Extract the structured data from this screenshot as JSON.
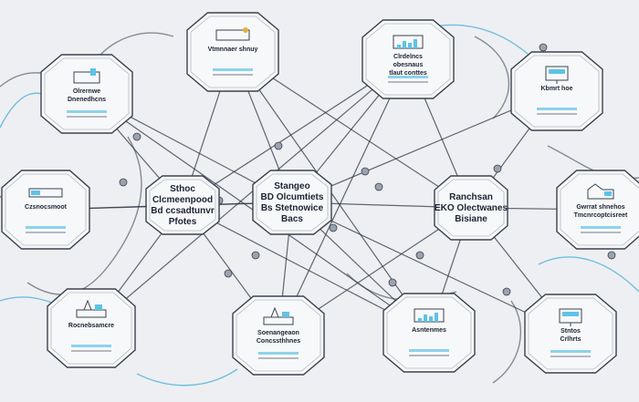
{
  "colors": {
    "background": "#eeeff2",
    "node_stroke": "#3b4250",
    "node_fill": "#f7f8fa",
    "edge": "#2f3645",
    "curve_accent": "#4fb3d9",
    "panel_accent": "#5ec3e6",
    "dot": "#9aa3ad"
  },
  "nodes": [
    {
      "id": "top-left-node",
      "lines": [
        "Olrernwe",
        "Dnenedhcns"
      ],
      "icon": "chart-panel-icon"
    },
    {
      "id": "top-center-left-node",
      "lines": [
        "Vtmnnaer shnuy"
      ],
      "icon": "book-icon"
    },
    {
      "id": "top-center-right-node",
      "lines": [
        "Clrdelncs",
        "obesnaus",
        "tlaut conttes"
      ],
      "icon": "bar-chart-icon"
    },
    {
      "id": "top-right-node",
      "lines": [
        "Kbmrt hoe"
      ],
      "icon": "monitor-icon"
    },
    {
      "id": "mid-left-node",
      "lines": [
        "Czsnocsmoot"
      ],
      "icon": "toolbar-icon"
    },
    {
      "id": "center-left-node",
      "lines": [
        "Sthoc",
        "Clcmeenpood",
        "Bd ccsadtunvr",
        "Pfotes"
      ],
      "icon": ""
    },
    {
      "id": "center-node",
      "lines": [
        "Stangeo",
        "BD Olcumtiets",
        "Bs Stetnowice",
        "Bacs"
      ],
      "icon": ""
    },
    {
      "id": "center-right-node",
      "lines": [
        "Ranchsan",
        "EKO Olectwanes",
        "Bisiane"
      ],
      "icon": ""
    },
    {
      "id": "mid-right-node",
      "lines": [
        "Gwrrat shnehos",
        "Tmcnrcoptcisreet"
      ],
      "icon": "factory-icon"
    },
    {
      "id": "bottom-left-node",
      "lines": [
        "Rocnebsamcre"
      ],
      "icon": "lab-icon"
    },
    {
      "id": "bottom-center-left-node",
      "lines": [
        "Soenangeaon",
        "Concssthhnes"
      ],
      "icon": "desk-icon"
    },
    {
      "id": "bottom-center-right-node",
      "lines": [
        "Asntenmes"
      ],
      "icon": "bar-chart-icon"
    },
    {
      "id": "bottom-right-node",
      "lines": [
        "Stntos",
        "Crlhrts"
      ],
      "icon": "monitor-icon"
    }
  ]
}
